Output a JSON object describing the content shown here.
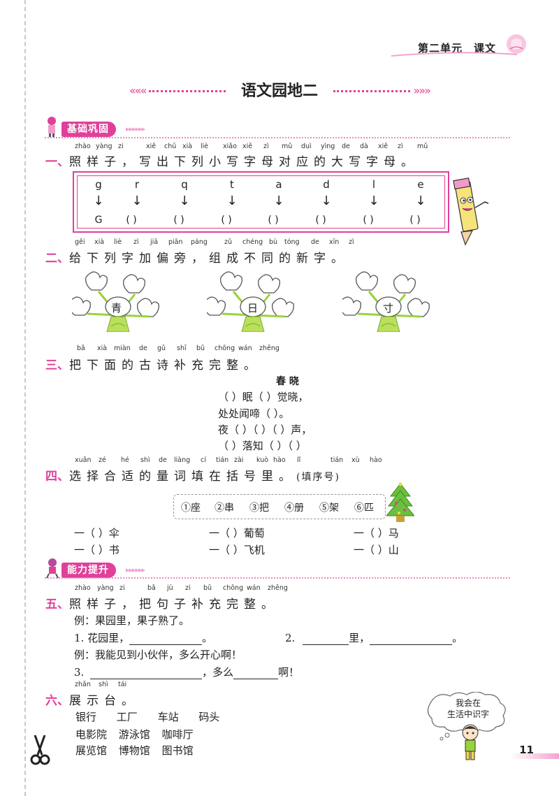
{
  "header": {
    "unit": "第二单元",
    "category": "课文"
  },
  "title": "语文园地二",
  "sections": {
    "basic": "基础巩固",
    "ability": "能力提升"
  },
  "q1": {
    "num": "一、",
    "text": "照样子，写出下列小写字母对应的大写字母。",
    "pinyin": [
      "zhào",
      "yàng",
      "zi",
      "xiě",
      "chū",
      "xià",
      "liè",
      "xiǎo",
      "xiě",
      "zì",
      "mǔ",
      "duì",
      "yìng",
      "de",
      "dà",
      "xiě",
      "zì",
      "mǔ"
    ],
    "lowercase": [
      "g",
      "r",
      "q",
      "t",
      "a",
      "d",
      "l",
      "e"
    ],
    "arrow": "↓",
    "answers": [
      "G",
      "(    )",
      "(    )",
      "(    )",
      "(    )",
      "(    )",
      "(    )",
      "(    )"
    ]
  },
  "q2": {
    "num": "二、",
    "text": "给下列字加偏旁，组成不同的新字。",
    "pinyin": [
      "gěi",
      "xià",
      "liè",
      "zì",
      "jiā",
      "piān",
      "páng",
      "zǔ",
      "chéng",
      "bù",
      "tóng",
      "de",
      "xīn",
      "zì"
    ],
    "chars": [
      "青",
      "日",
      "寸"
    ]
  },
  "q3": {
    "num": "三、",
    "text": "把下面的古诗补充完整。",
    "pinyin": [
      "bǎ",
      "xià",
      "miàn",
      "de",
      "gǔ",
      "shī",
      "bǔ",
      "chōng",
      "wán",
      "zhěng"
    ],
    "poem_title": "春 晓",
    "lines": [
      "（      ）眠（      ）觉晓，",
      "处处闻啼（      ）。",
      "夜（      ）（      ）（      ）声，",
      "（      ）落知（      ）（      ）"
    ]
  },
  "q4": {
    "num": "四、",
    "text": "选择合适的量词填在括号里。",
    "note": "(填序号)",
    "pinyin": [
      "xuǎn",
      "zé",
      "hé",
      "shì",
      "de",
      "liàng",
      "cí",
      "tián",
      "zài",
      "kuò",
      "hào",
      "lǐ",
      "tián",
      "xù",
      "hào"
    ],
    "choices": [
      "①座",
      "②串",
      "③把",
      "④册",
      "⑤架",
      "⑥匹"
    ],
    "items": [
      [
        "一（      ）伞",
        "一（      ）葡萄",
        "一（      ）马"
      ],
      [
        "一（      ）书",
        "一（      ）飞机",
        "一（      ）山"
      ]
    ]
  },
  "q5": {
    "num": "五、",
    "text": "照样子，把句子补充完整。",
    "pinyin": [
      "zhào",
      "yàng",
      "zi",
      "bǎ",
      "jù",
      "zi",
      "bǔ",
      "chōng",
      "wán",
      "zhěng"
    ],
    "example1": "例：果园里，果子熟了。",
    "item1": "1. 花园里，",
    "item2_num": "2.",
    "item2_mid": "里，",
    "period": "。",
    "example2": "例：我能见到小伙伴，多么开心啊！",
    "item3_num": "3.",
    "item3_mid": "，多么",
    "item3_end": "啊！"
  },
  "q6": {
    "num": "六、",
    "text": "展示台。",
    "pinyin": [
      "zhǎn",
      "shì",
      "tái"
    ],
    "rows": [
      [
        "银行",
        "工厂",
        "车站",
        "码头"
      ],
      [
        "电影院",
        "游泳馆",
        "咖啡厅"
      ],
      [
        "展览馆",
        "博物馆",
        "图书馆"
      ]
    ],
    "bubble": [
      "我会在",
      "生活中识字"
    ]
  },
  "page_number": "11",
  "colors": {
    "accent": "#e0409a",
    "light_accent": "#f3a3cf"
  }
}
